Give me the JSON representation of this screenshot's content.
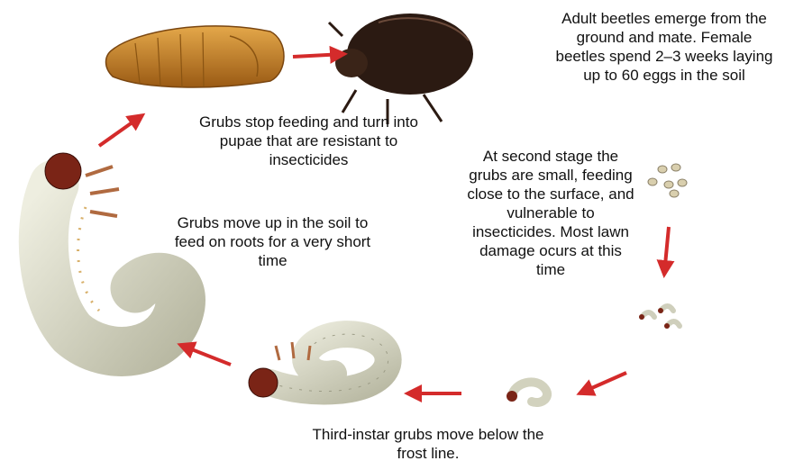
{
  "captions": {
    "adult": "Adult beetles emerge from the ground and mate. Female beetles spend 2–3 weeks laying up to 60 eggs in the soil",
    "pupae": "Grubs stop feeding and turn into pupae that are resistant to insecticides",
    "second_stage": "At second stage the grubs are small, feeding close to the surface, and vulnerable to insecticides. Most lawn damage ocurs at this time",
    "move_up": "Grubs move up in the soil to feed on roots for a very short time",
    "third_instar": "Third-instar grubs move below the frost line."
  },
  "colors": {
    "arrow": "#d42b2b",
    "pupa": "#c98a2a",
    "beetle": "#2b1a12",
    "egg": "#d9cfae",
    "grub_body": "#dcdcc8",
    "grub_head": "#7a2416"
  },
  "icons": [
    "pupa-illustration",
    "beetle-illustration",
    "eggs-illustration",
    "small-grubs-illustration",
    "single-grub-illustration",
    "third-instar-grub-illustration",
    "large-grub-illustration"
  ]
}
